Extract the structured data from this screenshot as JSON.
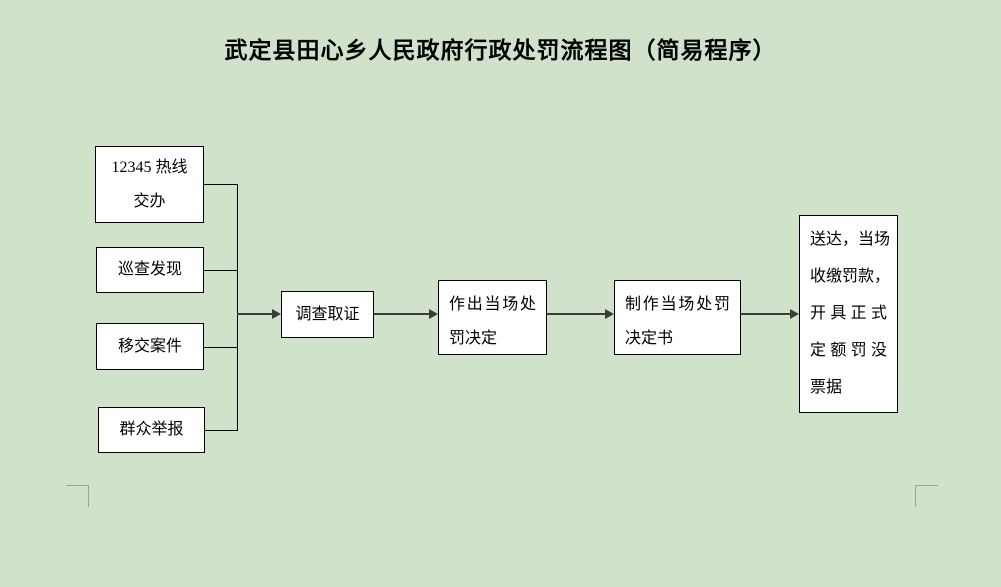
{
  "title": "武定县田心乡人民政府行政处罚流程图（简易程序）",
  "colors": {
    "background": "#d0e3ca",
    "box_fill": "#ffffff",
    "box_border": "#000000",
    "connector": "#000000",
    "arrow": "#3c3c3c",
    "crop_mark": "#9aa696",
    "text": "#000000"
  },
  "flowchart": {
    "sources": [
      {
        "name": "hotline",
        "lines": [
          {
            "text": "12345 热线"
          },
          {
            "text": "交办"
          }
        ]
      },
      {
        "name": "patrol-discovery",
        "lines": [
          {
            "text": "巡查发现"
          }
        ]
      },
      {
        "name": "case-transfer",
        "lines": [
          {
            "text": "移交案件"
          }
        ]
      },
      {
        "name": "public-report",
        "lines": [
          {
            "text": "群众举报"
          }
        ]
      }
    ],
    "steps": [
      {
        "name": "investigation",
        "lines": [
          {
            "text": "调查取证"
          }
        ]
      },
      {
        "name": "onsite-penalty-decision",
        "lines": [
          {
            "text": "作出当场处",
            "spread": true
          },
          {
            "text": "罚决定"
          }
        ]
      },
      {
        "name": "penalty-decision-document",
        "lines": [
          {
            "text": "制作当场处罚",
            "spread": true
          },
          {
            "text": "决定书"
          }
        ]
      },
      {
        "name": "delivery-and-receipt",
        "lines": [
          {
            "text": "送达，当场"
          },
          {
            "text": "收缴罚款，"
          },
          {
            "text": "开具正式",
            "spread": true
          },
          {
            "text": "定额罚没",
            "spread": true
          },
          {
            "text": "票据"
          }
        ]
      }
    ]
  }
}
